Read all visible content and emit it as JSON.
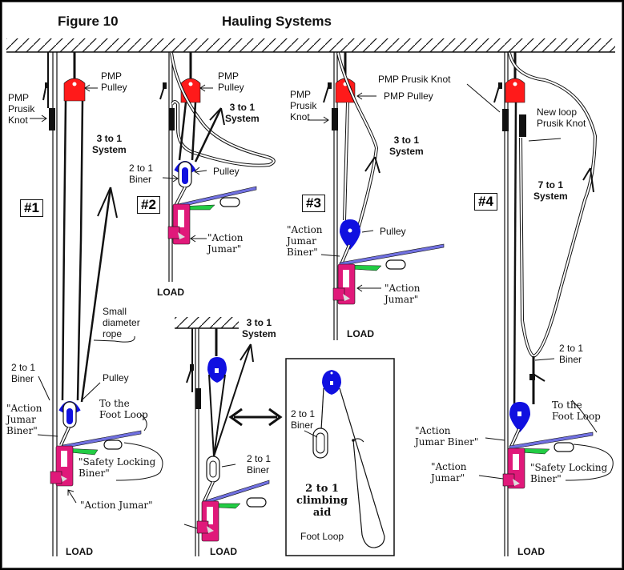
{
  "figure": {
    "number_label": "Figure 10",
    "title": "Hauling Systems"
  },
  "colors": {
    "pmp_pulley": "#ff1a1a",
    "pulley": "#1010e0",
    "jumar": "#e0197a",
    "foot_loop_sling": "#7070e0",
    "safety_sling": "#22cc44",
    "rope": "#111111",
    "background": "#ffffff"
  },
  "panels": [
    {
      "id": "#1",
      "labels": {
        "pmp_prusik_knot": "PMP\nPrusik\nKnot",
        "pmp_pulley": "PMP\nPulley",
        "system": "3 to 1\nSystem",
        "small_rope": "Small\ndiameter\nrope",
        "biner": "2 to 1\nBiner",
        "pulley": "Pulley",
        "action_jumar_biner": "\"Action\nJumar\nBiner\"",
        "foot_loop": "To the\nFoot Loop",
        "safety_biner": "\"Safety Locking\nBiner\"",
        "action_jumar": "\"Action Jumar\"",
        "load": "LOAD"
      }
    },
    {
      "id": "#2",
      "labels": {
        "pmp_pulley": "PMP\nPulley",
        "system": "3 to 1\nSystem",
        "biner": "2 to 1\nBiner",
        "pulley": "Pulley",
        "action_jumar": "\"Action\nJumar\"",
        "load": "LOAD"
      }
    },
    {
      "id": "#3",
      "labels": {
        "pmp_prusik_knot": "PMP\nPrusik\nKnot",
        "pmp_pulley": "PMP Pulley",
        "system": "3 to 1\nSystem",
        "pulley": "Pulley",
        "action_jumar_biner": "\"Action\nJumar\nBiner\"",
        "action_jumar": "\"Action\nJumar\"",
        "load": "LOAD"
      }
    },
    {
      "id": "#4",
      "labels": {
        "pmp_prusik_knot": "PMP Prusik Knot",
        "new_loop": "New loop\nPrusik Knot",
        "system": "7 to 1\nSystem",
        "biner": "2 to 1\nBiner",
        "foot_loop": "To the\nFoot Loop",
        "action_jumar_biner": "\"Action\nJumar Biner\"",
        "action_jumar": "\"Action\nJumar\"",
        "safety_biner": "\"Safety Locking\nBiner\"",
        "load": "LOAD"
      }
    },
    {
      "id": "center",
      "labels": {
        "system": "3 to 1\nSystem",
        "biner": "2 to 1\nBiner",
        "load": "LOAD"
      }
    },
    {
      "id": "climbing-aid",
      "labels": {
        "biner": "2 to 1\nBiner",
        "title": "2 to 1\nclimbing\naid",
        "foot_loop": "Foot Loop"
      }
    }
  ]
}
